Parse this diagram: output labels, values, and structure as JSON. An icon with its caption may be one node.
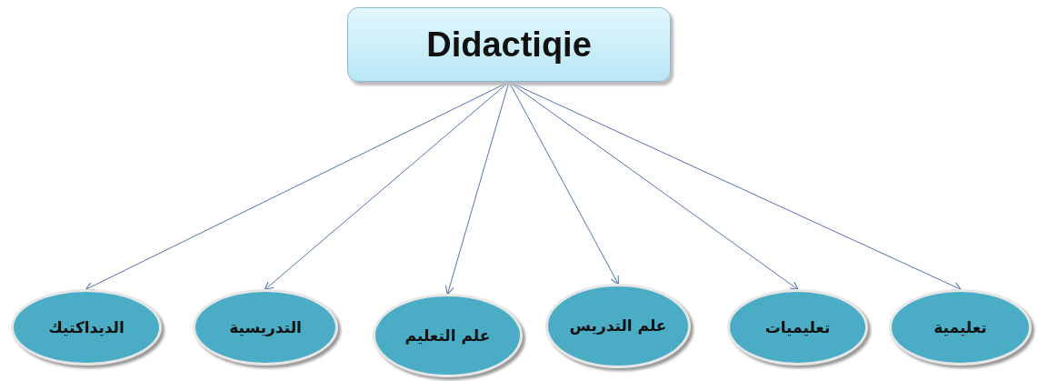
{
  "diagram": {
    "nodes": [
      {
        "text": [
          "Didactiqie"
        ]
      },
      {
        "text": [
          "الديداكتيك"
        ]
      },
      {
        "text": [
          "التدريسية"
        ]
      },
      {
        "text": [
          "علم التعليم"
        ]
      },
      {
        "text": [
          "علم التدريس"
        ]
      },
      {
        "text": [
          "تعليميات"
        ]
      },
      {
        "text": [
          "تعليمية"
        ]
      }
    ],
    "edges": [
      {
        "from": 0,
        "to": 1,
        "arrow": "to"
      },
      {
        "from": 0,
        "to": 2,
        "arrow": "to"
      },
      {
        "from": 0,
        "to": 3,
        "arrow": "to"
      },
      {
        "from": 0,
        "to": 4,
        "arrow": "to"
      },
      {
        "from": 0,
        "to": 5,
        "arrow": "to"
      },
      {
        "from": 0,
        "to": 6,
        "arrow": "to"
      }
    ]
  }
}
